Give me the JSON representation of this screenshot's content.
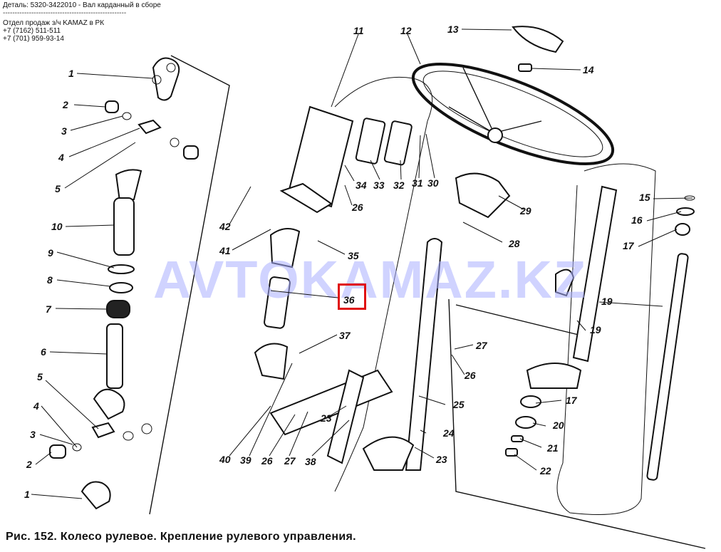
{
  "header": {
    "detail": "Деталь: 5320-3422010 - Вал карданный в сборе",
    "separator": "----------------------------------------------------",
    "dept": "Отдел продаж з/ч KAMAZ в РК",
    "phone1": "+7 (7162) 511-511",
    "phone2": "+7 (701) 959-93-14"
  },
  "watermark": "AVTOKAMAZ.KZ",
  "caption": "Рис. 152. Колесо рулевое. Крепление рулевого управления.",
  "highlight": {
    "label": "36",
    "color": "#e01010"
  },
  "callouts": [
    "1",
    "2",
    "3",
    "4",
    "5",
    "10",
    "9",
    "8",
    "7",
    "6",
    "5",
    "4",
    "3",
    "2",
    "1",
    "11",
    "12",
    "13",
    "14",
    "34",
    "33",
    "32",
    "31",
    "30",
    "26",
    "42",
    "41",
    "35",
    "36",
    "37",
    "29",
    "28",
    "27",
    "26",
    "25",
    "24",
    "23",
    "40",
    "39",
    "26",
    "27",
    "38",
    "23",
    "15",
    "16",
    "17",
    "19",
    "19",
    "17",
    "20",
    "21",
    "22"
  ]
}
